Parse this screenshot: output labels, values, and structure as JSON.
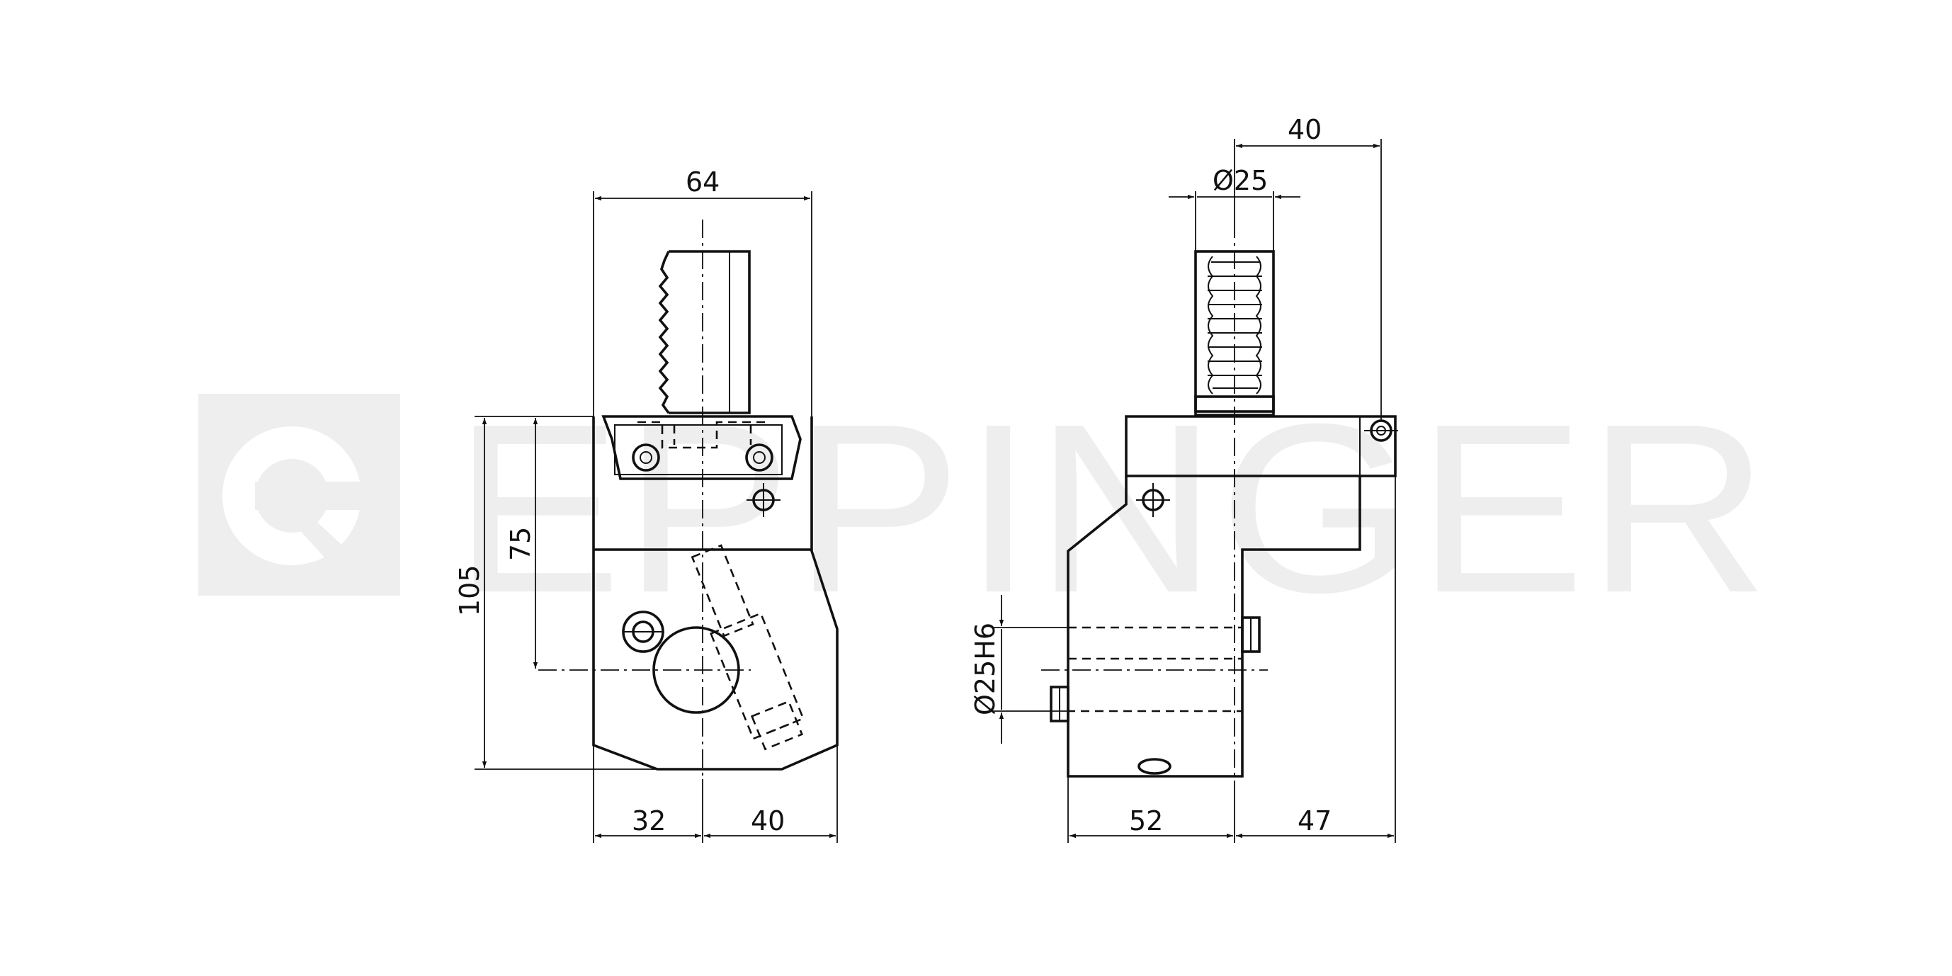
{
  "watermark": {
    "brand": "EPPINGER",
    "color": "#eeeeee"
  },
  "front_view": {
    "dims": {
      "width_total": "64",
      "height_total": "105",
      "height_center": "75",
      "left_offset": "32",
      "right_offset": "40"
    }
  },
  "side_view": {
    "dims": {
      "shank_diameter": "Ø25",
      "axis_offset": "40",
      "bore_diameter": "Ø25H6",
      "base_left": "52",
      "base_right": "47"
    }
  },
  "colors": {
    "line": "#111111",
    "background": "#ffffff"
  }
}
